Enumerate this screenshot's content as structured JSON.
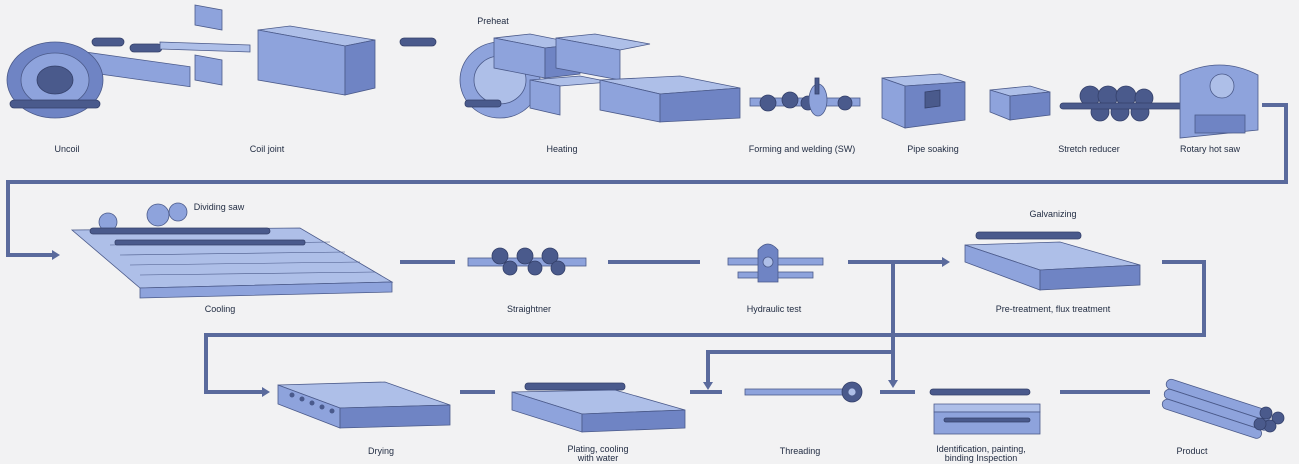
{
  "colors": {
    "background": "#f2f2f3",
    "machine_light": "#aebfe8",
    "machine_mid": "#8ea3dc",
    "machine_dark": "#6f84c4",
    "flow_line": "#5a6a9c"
  },
  "labels": {
    "uncoil": "Uncoil",
    "coil_joint": "Coil joint",
    "preheat": "Preheat",
    "heating": "Heating",
    "forming_welding": "Forming and welding (SW)",
    "pipe_soaking": "Pipe soaking",
    "stretch_reducer": "Stretch reducer",
    "rotary_hot_saw": "Rotary hot saw",
    "dividing_saw": "Dividing saw",
    "cooling": "Cooling",
    "straightner": "Straightner",
    "hydraulic_test": "Hydraulic test",
    "galvanizing": "Galvanizing",
    "pretreatment": "Pre-treatment, flux treatment",
    "drying": "Drying",
    "plating_line1": "Plating, cooling",
    "plating_line2": "with water",
    "threading": "Threading",
    "identification_line1": "Identification, painting,",
    "identification_line2": "binding Inspection",
    "product": "Product"
  }
}
